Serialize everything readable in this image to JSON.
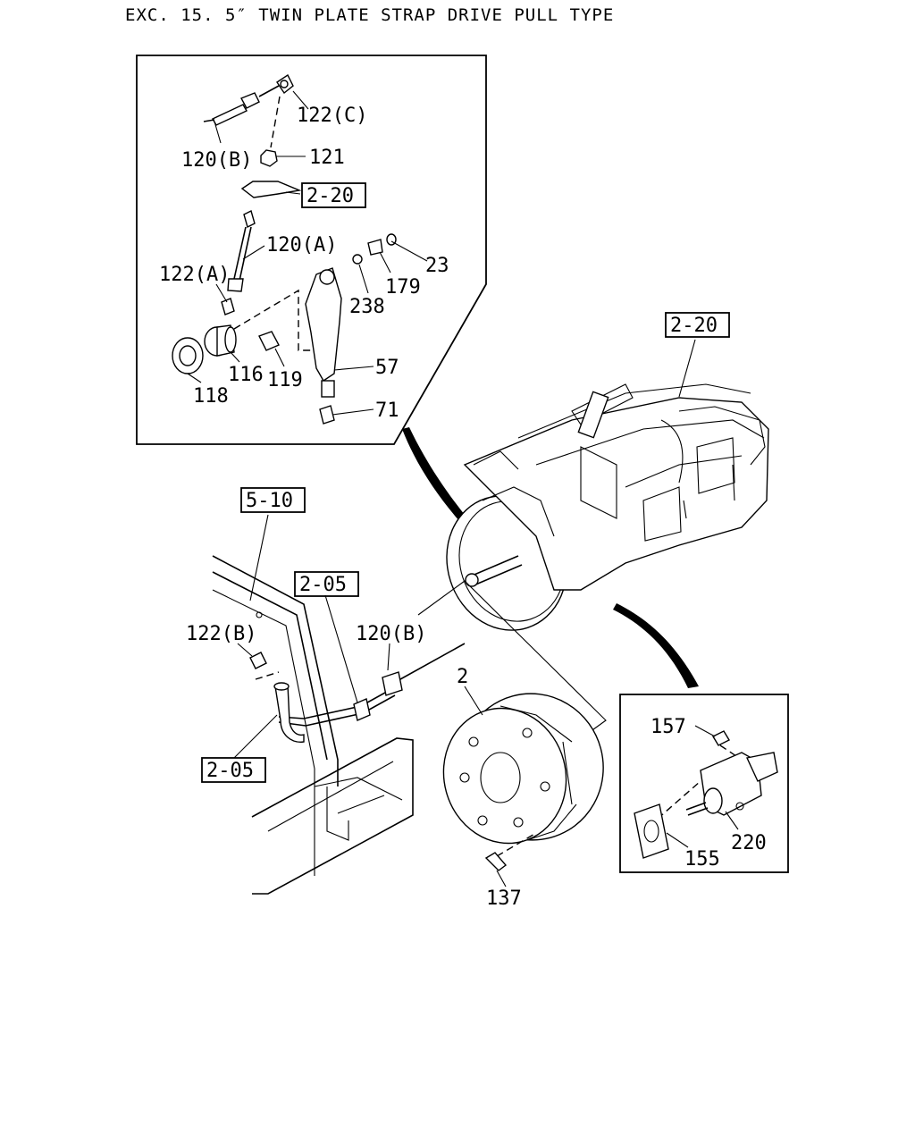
{
  "title": "EXC. 15. 5″  TWIN PLATE STRAP DRIVE PULL TYPE",
  "references": {
    "inset_2_20": "2-20",
    "transmission_2_20": "2-20",
    "frame_5_10": "5-10",
    "pipe_2_05_upper": "2-05",
    "hose_2_05_lower": "2-05"
  },
  "parts": {
    "p122c": "122(C)",
    "p120b_inset": "120(B)",
    "p121": "121",
    "p120a": "120(A)",
    "p122a": "122(A)",
    "p23": "23",
    "p179": "179",
    "p238": "238",
    "p57": "57",
    "p116": "116",
    "p119": "119",
    "p118": "118",
    "p71": "71",
    "p122b": "122(B)",
    "p120b": "120(B)",
    "p2": "2",
    "p137": "137",
    "p157": "157",
    "p220": "220",
    "p155": "155"
  }
}
